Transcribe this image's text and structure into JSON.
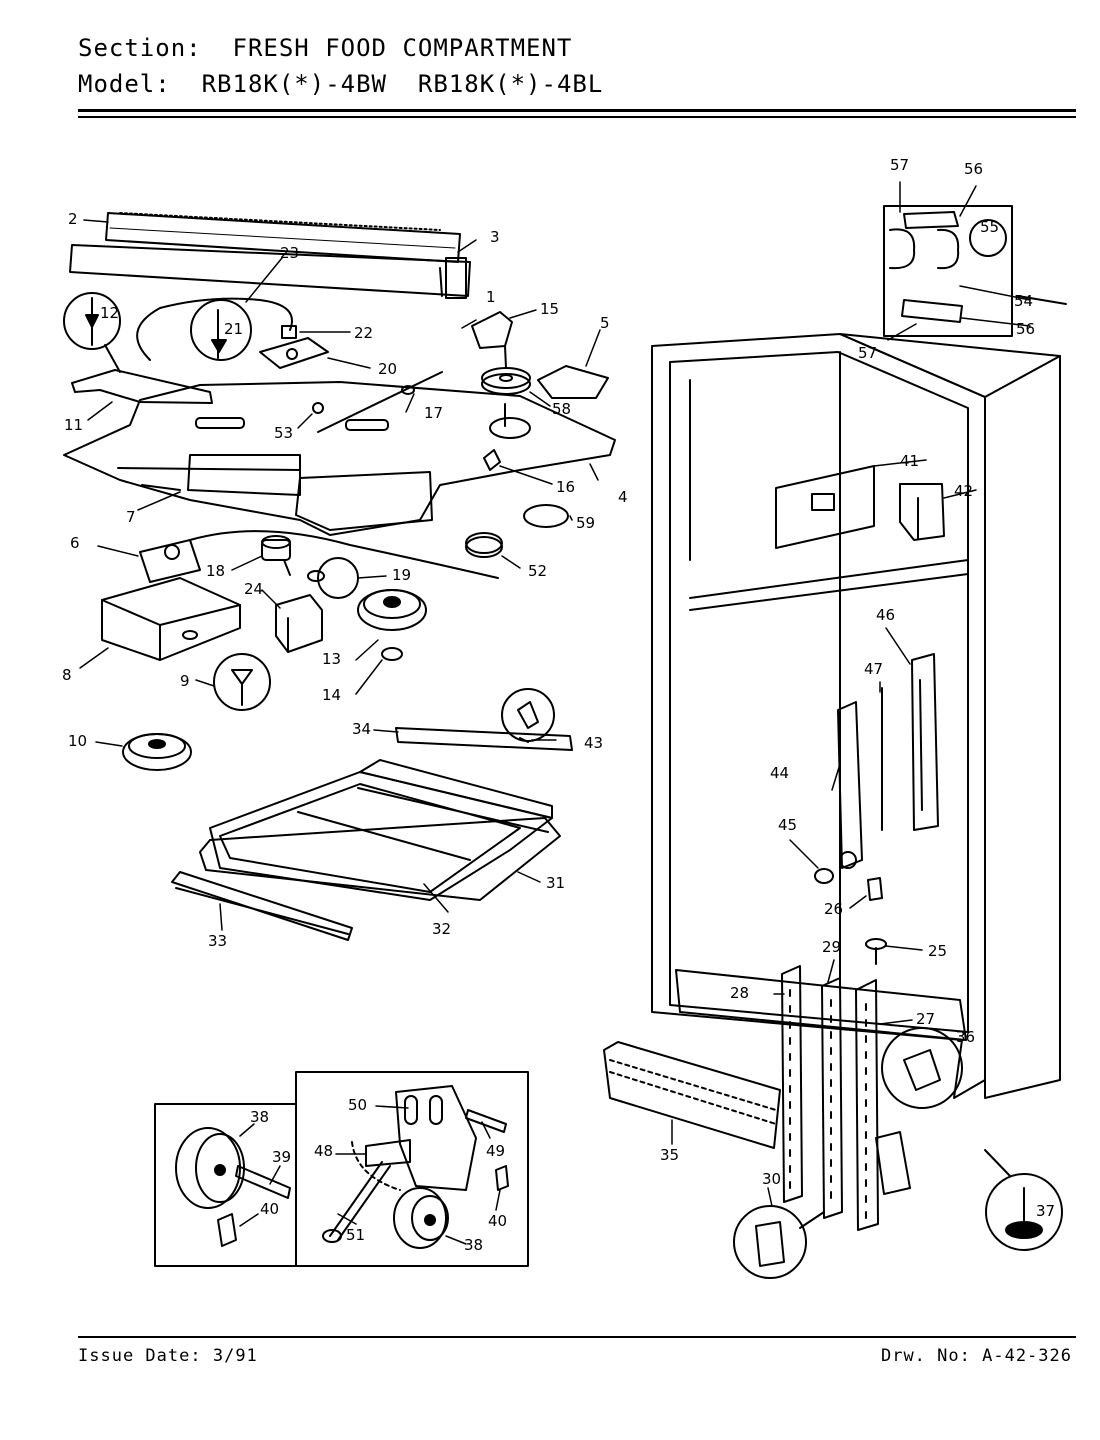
{
  "header": {
    "section_label": "Section:",
    "section_value": "FRESH FOOD COMPARTMENT",
    "model_label": "Model:",
    "model_values": "RB18K(*)-4BW  RB18K(*)-4BL"
  },
  "footer": {
    "issue_date_label": "Issue Date:",
    "issue_date_value": "3/91",
    "drawing_number_label": "Drw. No:",
    "drawing_number_value": "A-42-326"
  },
  "callouts": {
    "c1": "1",
    "c2": "2",
    "c3": "3",
    "c4": "4",
    "c5": "5",
    "c6": "6",
    "c7": "7",
    "c8": "8",
    "c9": "9",
    "c10": "10",
    "c11": "11",
    "c12": "12",
    "c13": "13",
    "c14": "14",
    "c15": "15",
    "c16": "16",
    "c17": "17",
    "c18": "18",
    "c19": "19",
    "c20": "20",
    "c21": "21",
    "c22": "22",
    "c23": "23",
    "c24": "24",
    "c25": "25",
    "c26": "26",
    "c27": "27",
    "c28": "28",
    "c29": "29",
    "c30": "30",
    "c31": "31",
    "c32": "32",
    "c33": "33",
    "c34": "34",
    "c35": "35",
    "c36": "36",
    "c37": "37",
    "c38": "38",
    "c39": "39",
    "c40": "40",
    "c41": "41",
    "c42": "42",
    "c43": "43",
    "c44": "44",
    "c45": "45",
    "c46": "46",
    "c47": "47",
    "c48": "48",
    "c49": "49",
    "c50": "50",
    "c51": "51",
    "c52": "52",
    "c53": "53",
    "c54": "54",
    "c55": "55",
    "c56": "56",
    "c57": "57",
    "c58": "58",
    "c59": "59"
  }
}
